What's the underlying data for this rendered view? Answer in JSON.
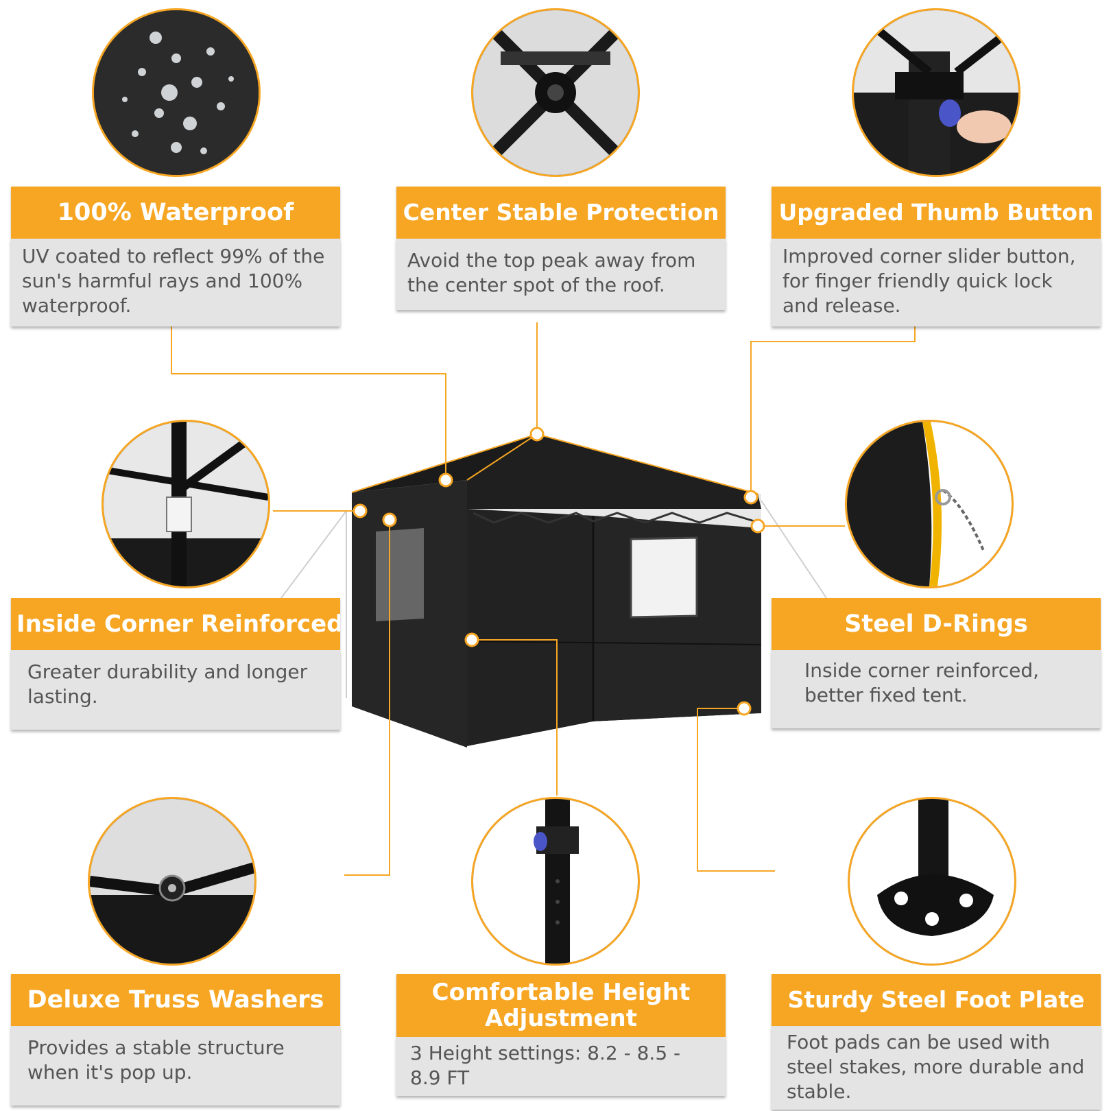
{
  "colors": {
    "accent": "#f6a623",
    "card_body": "#e4e4e4",
    "card_text": "#555555",
    "tent": "#1e1e1e"
  },
  "features": [
    {
      "title": "100% Waterproof",
      "description": "UV coated to reflect 99% of the sun's harmful rays and 100% waterproof.",
      "icon": "water-droplets-icon"
    },
    {
      "title": "Center Stable Protection",
      "description": "Avoid the top peak away from the center spot of the roof.",
      "icon": "roof-frame-center-icon"
    },
    {
      "title": "Upgraded Thumb Button",
      "description": "Improved corner slider button, for finger friendly quick lock and release.",
      "icon": "thumb-button-icon"
    },
    {
      "title": "Inside Corner Reinforced",
      "description": "Greater durability and longer lasting.",
      "icon": "inside-corner-icon"
    },
    {
      "title": "Steel D-Rings",
      "description": "Inside corner reinforced, better fixed tent.",
      "icon": "d-ring-rope-icon"
    },
    {
      "title": "Deluxe Truss Washers",
      "description": "Provides a stable structure when it's pop up.",
      "icon": "truss-washer-icon"
    },
    {
      "title": "Comfortable Height Adjustment",
      "description": "3 Height settings: 8.2 - 8.5 - 8.9 FT",
      "icon": "height-leg-icon"
    },
    {
      "title": "Sturdy Steel Foot Plate",
      "description": "Foot pads can be used with steel stakes, more durable and stable.",
      "icon": "foot-plate-icon"
    }
  ]
}
